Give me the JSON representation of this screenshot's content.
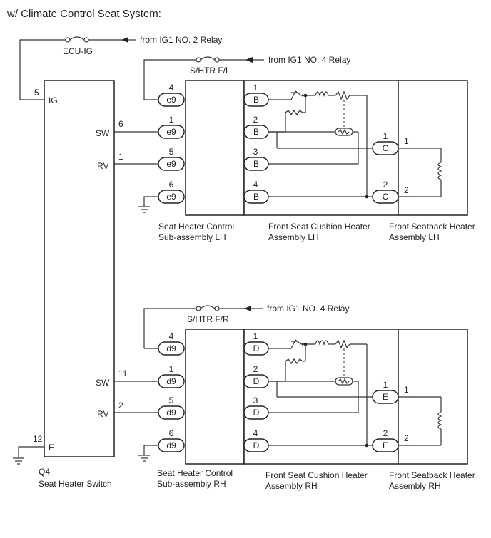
{
  "title": "w/ Climate Control Seat System:",
  "fuses": {
    "ecu_ig": {
      "name": "ECU-IG",
      "source": "from IG1 NO. 2 Relay"
    },
    "shtr_fl": {
      "name": "S/HTR F/L",
      "source": "from IG1 NO. 4 Relay"
    },
    "shtr_fr": {
      "name": "S/HTR F/R",
      "source": "from IG1 NO. 4 Relay"
    }
  },
  "switch": {
    "code": "Q4",
    "name": "Seat Heater Switch",
    "pins": {
      "ig": {
        "label": "IG",
        "num": "5"
      },
      "sw_lh": {
        "label": "SW",
        "num": "6"
      },
      "rv_lh": {
        "label": "RV",
        "num": "1"
      },
      "sw_rh": {
        "label": "SW",
        "num": "11"
      },
      "rv_rh": {
        "label": "RV",
        "num": "2"
      },
      "e": {
        "label": "E",
        "num": "12"
      }
    }
  },
  "lh": {
    "controller": {
      "line1": "Seat Heater Control",
      "line2": "Sub-assembly LH",
      "connector": "e9",
      "pins": [
        "4",
        "1",
        "5",
        "6"
      ]
    },
    "cushion": {
      "line1": "Front Seat Cushion Heater",
      "line2": "Assembly LH",
      "connector": "B",
      "pins": [
        "1",
        "2",
        "3",
        "4"
      ]
    },
    "seatback": {
      "line1": "Front Seatback Heater",
      "line2": "Assembly LH",
      "connector": "C",
      "pins": [
        "1",
        "2"
      ],
      "outer_pins": [
        "1",
        "2"
      ]
    }
  },
  "rh": {
    "controller": {
      "line1": "Seat Heater Control",
      "line2": "Sub-assembly RH",
      "connector": "d9",
      "pins": [
        "4",
        "1",
        "5",
        "6"
      ]
    },
    "cushion": {
      "line1": "Front Seat Cushion Heater",
      "line2": "Assembly RH",
      "connector": "D",
      "pins": [
        "1",
        "2",
        "3",
        "4"
      ]
    },
    "seatback": {
      "line1": "Front Seatback Heater",
      "line2": "Assembly RH",
      "connector": "E",
      "pins": [
        "1",
        "2"
      ],
      "outer_pins": [
        "1",
        "2"
      ]
    }
  }
}
